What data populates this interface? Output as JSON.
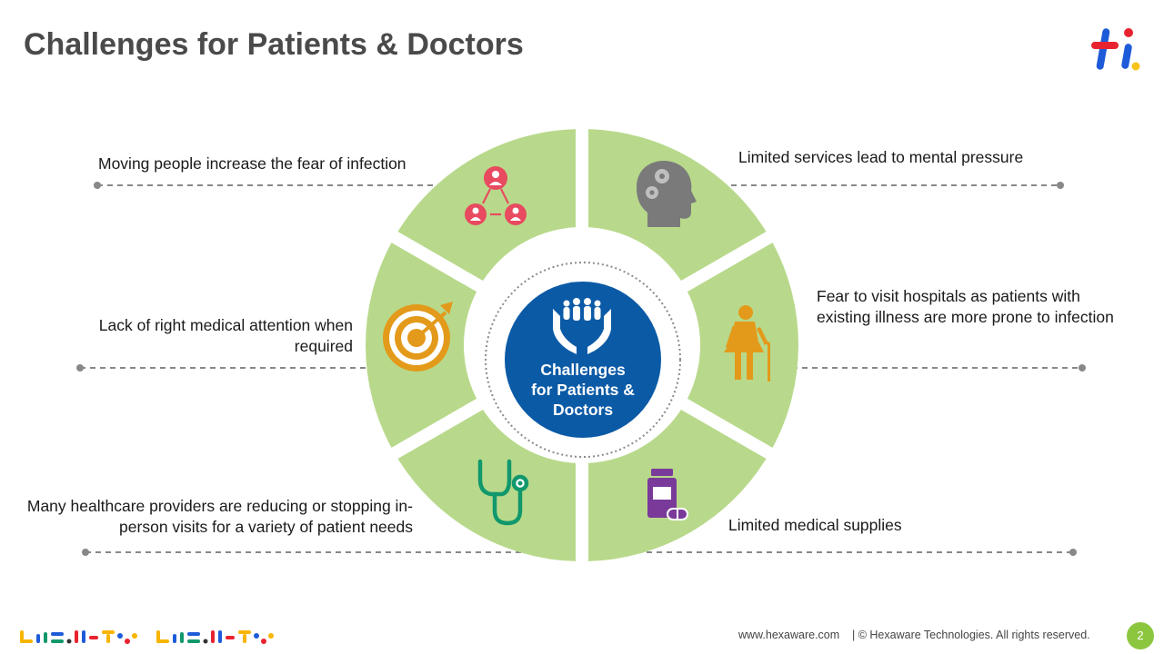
{
  "title": "Challenges for Patients & Doctors",
  "center": {
    "label": "Challenges\nfor Patients &\nDoctors",
    "icon": "community-care-icon"
  },
  "challenges": [
    {
      "text": "Moving people increase the fear of infection",
      "icon": "people-network-icon"
    },
    {
      "text": "Limited services lead to mental pressure",
      "icon": "head-gears-icon"
    },
    {
      "text": "Lack of right medical attention when required",
      "icon": "target-icon"
    },
    {
      "text": "Fear to visit hospitals as patients with existing illness are more prone to infection",
      "icon": "elderly-person-icon"
    },
    {
      "text": "Many healthcare providers are reducing or stopping in-person visits for a variety of patient needs",
      "icon": "stethoscope-icon"
    },
    {
      "text": "Limited medical supplies",
      "icon": "medicine-bottle-icon"
    }
  ],
  "footer": {
    "website": "www.hexaware.com",
    "copyright": "| © Hexaware Technologies.  All rights reserved.",
    "page_number": "2"
  },
  "colors": {
    "segment_green": "#b8d98b",
    "center_blue": "#0b5aa6",
    "title_gray": "#4a4a4a",
    "icon_red": "#e84a5f",
    "icon_gray": "#7a7a7a",
    "icon_orange": "#e39a1a",
    "icon_teal": "#11986c",
    "icon_purple": "#7a3a9a",
    "page_badge": "#8cc63f"
  }
}
